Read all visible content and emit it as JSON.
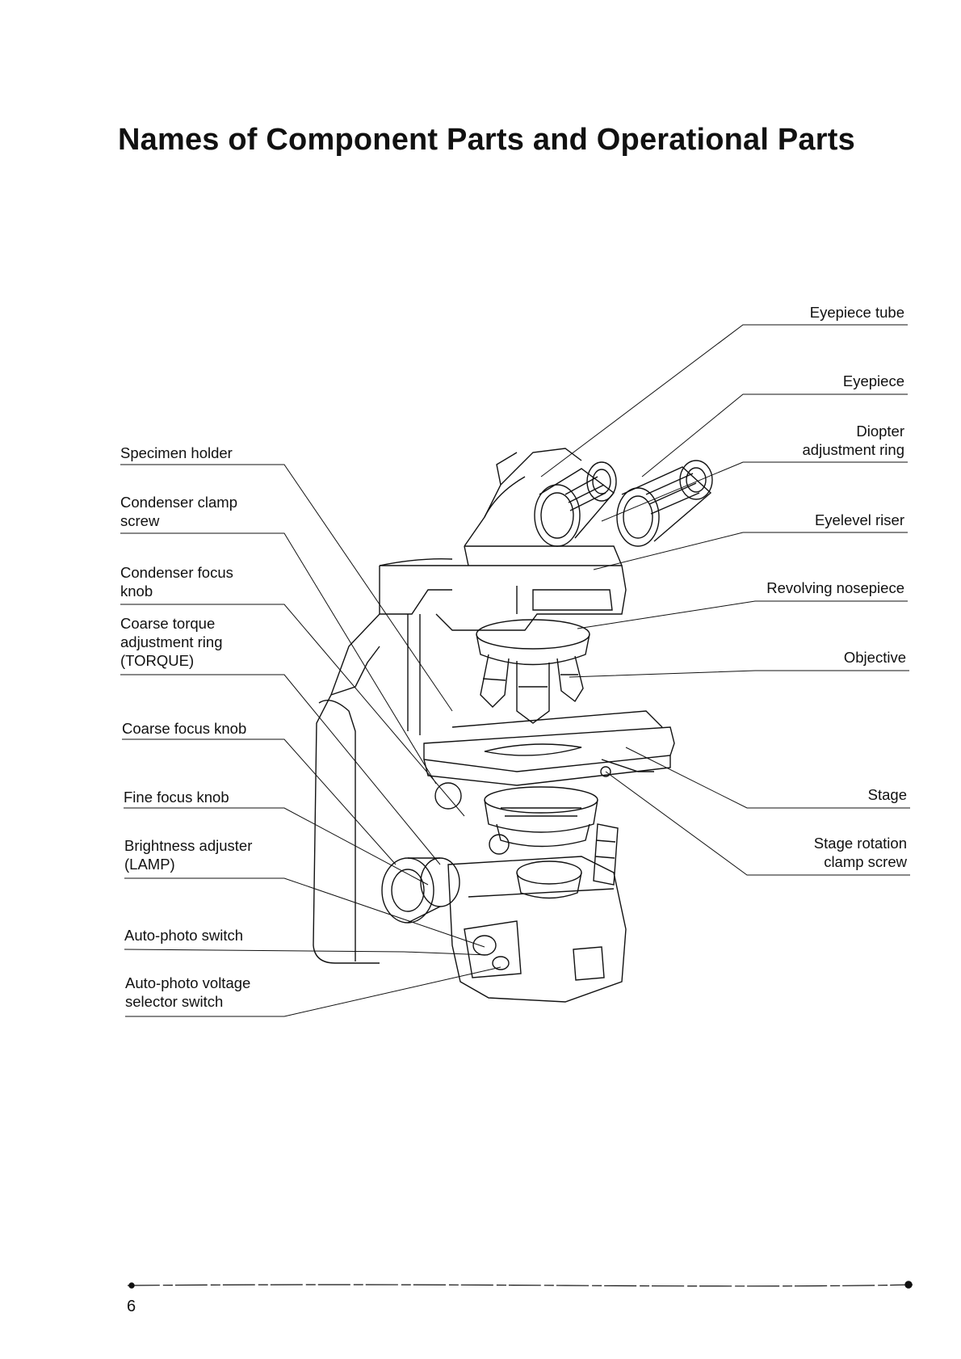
{
  "page": {
    "title": "Names of Component Parts and Operational Parts",
    "page_number": "6"
  },
  "labels": {
    "left": [
      "Specimen holder",
      "Condenser clamp\nscrew",
      "Condenser focus\nknob",
      "Coarse torque\nadjustment ring\n(TORQUE)",
      "Coarse focus knob",
      "Fine focus knob",
      "Brightness adjuster\n(LAMP)",
      "Auto-photo switch",
      "Auto-photo voltage\nselector switch"
    ],
    "right": [
      "Eyepiece tube",
      "Eyepiece",
      "Diopter\nadjustment ring",
      "Eyelevel riser",
      "Revolving nosepiece",
      "Objective",
      "Stage",
      "Stage rotation\nclamp screw"
    ]
  },
  "illustration": {
    "subject": "microscope"
  }
}
